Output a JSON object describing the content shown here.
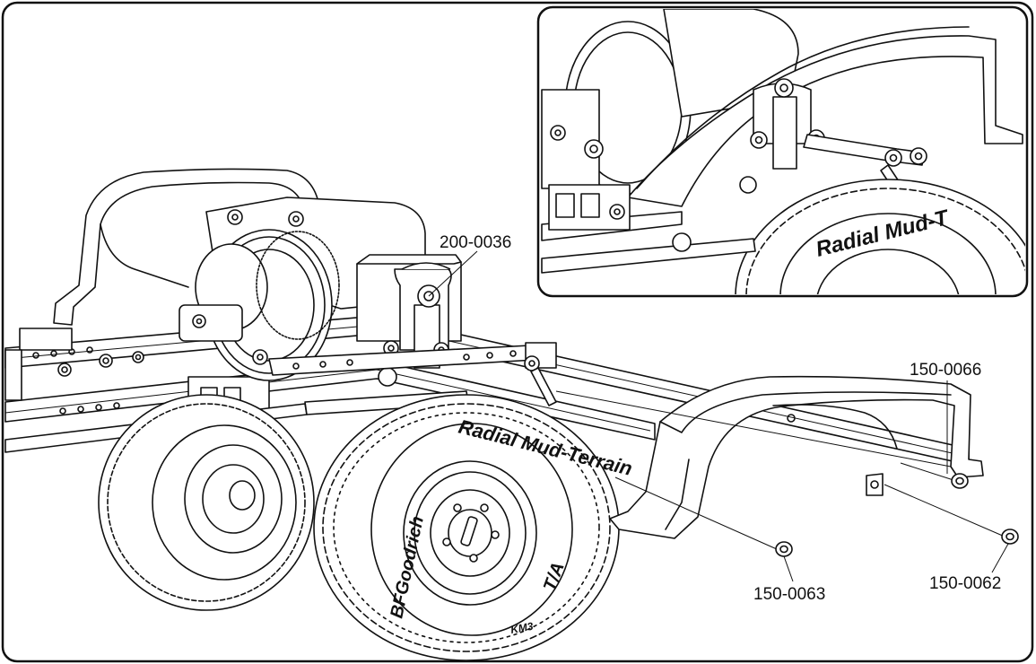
{
  "labels": {
    "shock_part": "200-0036",
    "screw_a": "150-0066",
    "screw_b": "150-0063",
    "screw_c": "150-0062"
  },
  "tire": {
    "sidewall_main": "Radial Mud-Terrain",
    "sidewall_brand": "BFGoodrich",
    "sidewall_sub": "T/A",
    "sidewall_km": "KM3"
  },
  "inset": {
    "tire_text": "Radial Mud-T"
  }
}
